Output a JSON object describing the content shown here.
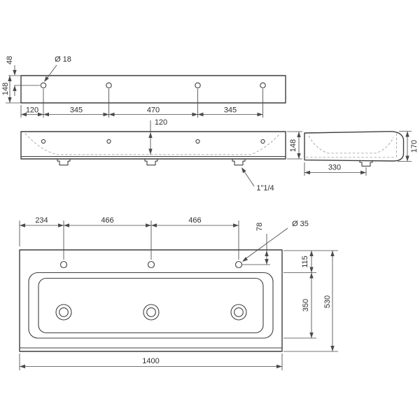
{
  "meta": {
    "background": "#ffffff",
    "outline_color": "#3f3f3f",
    "dimension_color": "#4a4a4a",
    "hidden_line_color": "#a9a9a9",
    "text_color": "#2f2f2f"
  },
  "top_view": {
    "hole_diameter": "Ø 18",
    "top_to_hole": "48",
    "height": "148",
    "spacings": [
      "120",
      "345",
      "470",
      "345"
    ]
  },
  "front_view": {
    "inner_depth": "120",
    "height": "148",
    "drain_thread": "1\"1/4"
  },
  "side_view": {
    "front_height": "170",
    "drain_offset": "330"
  },
  "plan_view": {
    "hole_spacings": [
      "234",
      "466",
      "466"
    ],
    "edge_to_hole": "78",
    "hole_diameter": "Ø 35",
    "edge_to_basin": "115",
    "basin_depth": "350",
    "total_depth": "530",
    "total_width": "1400"
  }
}
